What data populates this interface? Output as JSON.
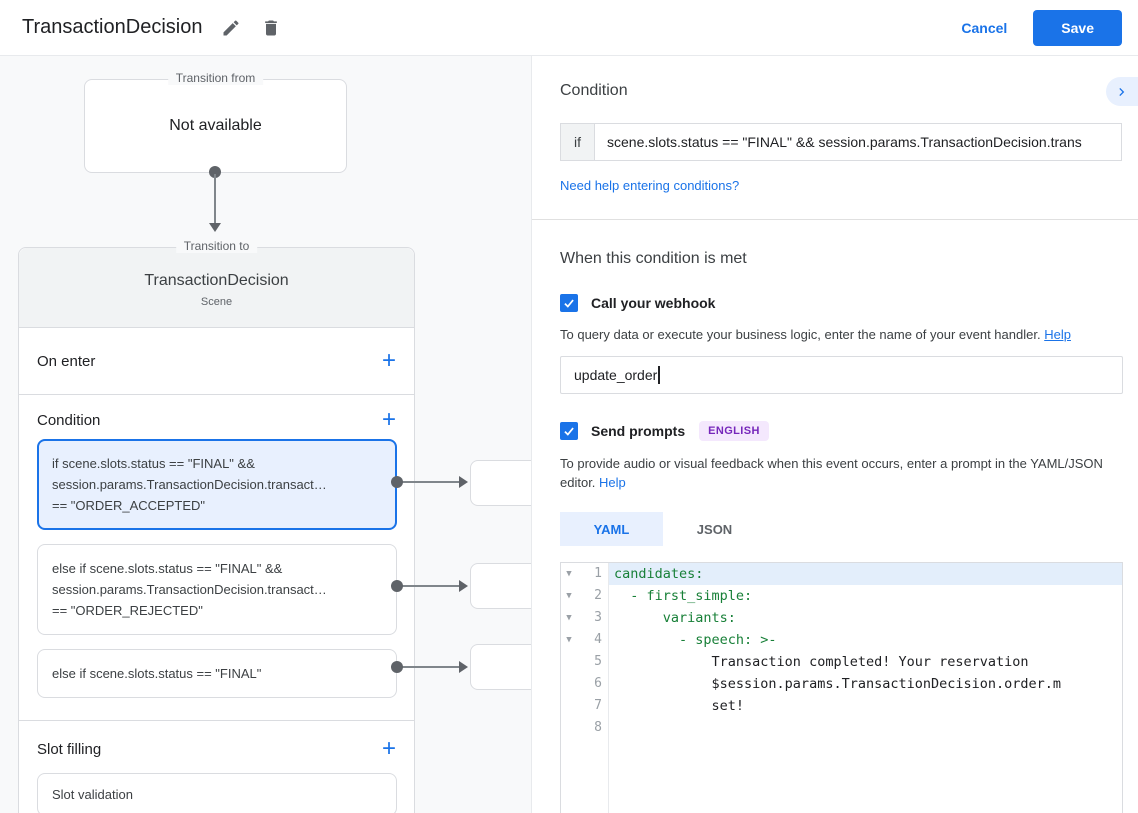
{
  "colors": {
    "accent_blue": "#1a73e8",
    "selected_card_bg": "#e8f0fe",
    "yaml_key_green": "#188038",
    "badge_bg": "#f4e8fd",
    "badge_text": "#7627bb",
    "canvas_bg": "#f8f9fa"
  },
  "header": {
    "title": "TransactionDecision",
    "cancel_label": "Cancel",
    "save_label": "Save"
  },
  "canvas": {
    "transition_from": {
      "label": "Transition from",
      "value": "Not available"
    },
    "transition_to": {
      "label": "Transition to",
      "scene_name": "TransactionDecision",
      "scene_type": "Scene"
    },
    "on_enter_label": "On enter",
    "condition_label": "Condition",
    "slot_filling_label": "Slot filling",
    "slot_validation_label": "Slot validation",
    "conditions": [
      {
        "selected": true,
        "lines": {
          "0": "if scene.slots.status == \"FINAL\" &&",
          "1": "session.params.TransactionDecision.transact…",
          "2": "== \"ORDER_ACCEPTED\""
        }
      },
      {
        "selected": false,
        "lines": {
          "0": "else if scene.slots.status == \"FINAL\" &&",
          "1": "session.params.TransactionDecision.transact…",
          "2": "== \"ORDER_REJECTED\""
        }
      },
      {
        "selected": false,
        "lines": {
          "0": "else if scene.slots.status == \"FINAL\""
        }
      }
    ]
  },
  "panel": {
    "condition": {
      "title": "Condition",
      "if_label": "if",
      "if_value": "scene.slots.status == \"FINAL\" && session.params.TransactionDecision.trans",
      "help_link": "Need help entering conditions?"
    },
    "when_met": {
      "title": "When this condition is met",
      "webhook": {
        "label": "Call your webhook",
        "checked": true,
        "description": "To query data or execute your business logic, enter the name of your event handler.",
        "help_label": "Help",
        "input_value": "update_order"
      },
      "prompts": {
        "label": "Send prompts",
        "checked": true,
        "language_badge": "ENGLISH",
        "description": "To provide audio or visual feedback when this event occurs, enter a prompt in the YAML/JSON editor.",
        "help_label": "Help"
      },
      "tabs": {
        "yaml": "YAML",
        "json": "JSON",
        "active": "YAML"
      }
    }
  },
  "editor": {
    "lines": [
      {
        "num": "1",
        "text": "candidates:"
      },
      {
        "num": "2",
        "text": "  - first_simple:"
      },
      {
        "num": "3",
        "text": "      variants:"
      },
      {
        "num": "4",
        "text": "        - speech: >-"
      },
      {
        "num": "5",
        "text": "            Transaction completed! Your reservation"
      },
      {
        "num": "6",
        "text": "            $session.params.TransactionDecision.order.m"
      },
      {
        "num": "7",
        "text": "            set!"
      },
      {
        "num": "8",
        "text": ""
      }
    ]
  }
}
